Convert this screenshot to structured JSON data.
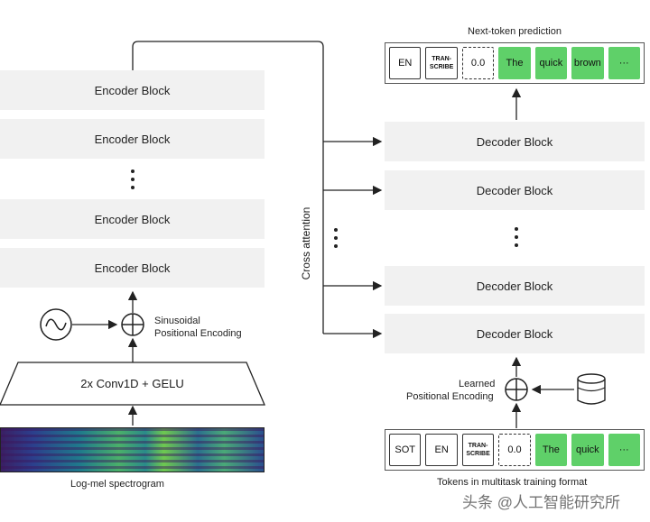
{
  "encoder": {
    "blocks": [
      "Encoder Block",
      "Encoder Block",
      "Encoder Block",
      "Encoder Block"
    ],
    "sinusoidal_label_line1": "Sinusoidal",
    "sinusoidal_label_line2": "Positional Encoding",
    "conv_label": "2x Conv1D + GELU",
    "spectrogram_label": "Log-mel spectrogram"
  },
  "cross_attention_label": "Cross attention",
  "decoder": {
    "blocks": [
      "Decoder Block",
      "Decoder Block",
      "Decoder Block",
      "Decoder Block"
    ],
    "learned_label_line1": "Learned",
    "learned_label_line2": "Positional Encoding"
  },
  "prediction": {
    "title": "Next-token prediction",
    "tokens": [
      "EN",
      "TRAN-\nSCRIBE",
      "0.0",
      "The",
      "quick",
      "brown",
      "···"
    ]
  },
  "input_tokens": {
    "caption": "Tokens in multitask training format",
    "tokens": [
      "SOT",
      "EN",
      "TRAN-\nSCRIBE",
      "0.0",
      "The",
      "quick",
      "···"
    ]
  },
  "watermark": "头条 @人工智能研究所"
}
